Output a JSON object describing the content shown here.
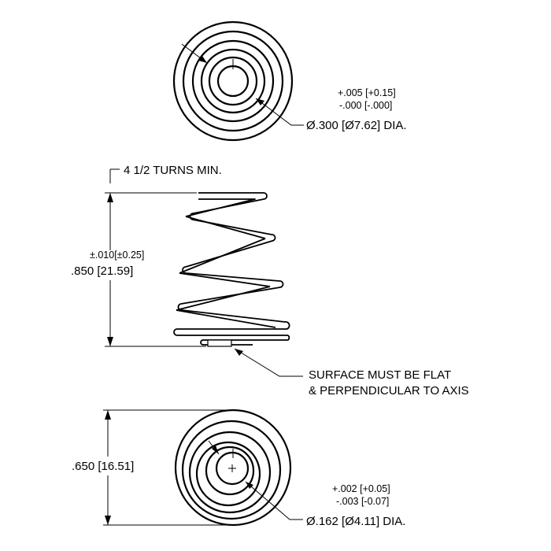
{
  "colors": {
    "ink": "#000000",
    "background": "#ffffff"
  },
  "top_view": {
    "tolerance_plus": "+.005 [+0.15]",
    "tolerance_minus": "-.000 [-.000]",
    "diameter_label": "Ø.300 [Ø7.62] DIA."
  },
  "side_view": {
    "turns_label": "4 1/2 TURNS MIN.",
    "length_tolerance": "±.010[±0.25]",
    "length_label": ".850 [21.59]",
    "surface_note_line1": "SURFACE MUST BE FLAT",
    "surface_note_line2": "& PERPENDICULAR TO AXIS"
  },
  "bottom_view": {
    "height_label": ".650 [16.51]",
    "tolerance_plus": "+.002 [+0.05]",
    "tolerance_minus": "-.003 [-0.07]",
    "diameter_label": "Ø.162 [Ø4.11] DIA."
  }
}
